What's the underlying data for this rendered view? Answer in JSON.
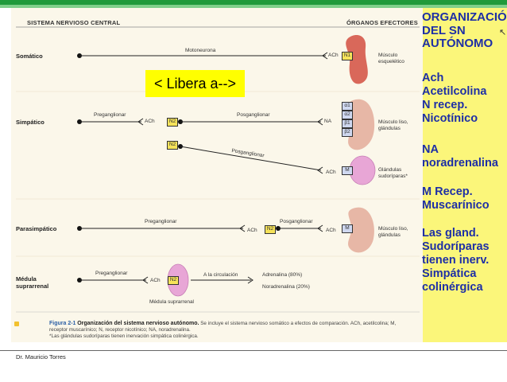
{
  "header": {
    "cns_title": "SISTEMA NERVIOSO CENTRAL",
    "effectors_title": "ÓRGANOS EFECTORES"
  },
  "rows": {
    "somatic": {
      "label": "Somático",
      "neuron": "Motoneurona",
      "nt": "ACh",
      "receptor": "N1",
      "target": "Músculo esquelético"
    },
    "sympathetic": {
      "label": "Simpático",
      "pre": "Preganglionar",
      "nt_gang": "ACh",
      "rec_gang": "N2",
      "post": "Posganglionar",
      "nt": "NA",
      "receptors": [
        "α1",
        "α2",
        "β1",
        "β2"
      ],
      "target": "Músculo liso, glándulas"
    },
    "sympathetic_sweat": {
      "rec_gang": "N2",
      "post": "Posganglionar",
      "nt": "ACh",
      "receptor": "M",
      "target": "Glándulas sudoríparas*"
    },
    "parasympathetic": {
      "label": "Parasimpático",
      "pre": "Preganglionar",
      "nt_gang": "ACh",
      "rec_gang": "N2",
      "post": "Posganglionar",
      "nt": "ACh",
      "receptor": "M",
      "target": "Músculo liso, glándulas"
    },
    "adrenal": {
      "label": "Médula suprarrenal",
      "pre": "Preganglionar",
      "nt_gang": "ACh",
      "rec_gang": "N2",
      "circ": "A la circulación",
      "out1": "Adrenalina (80%)",
      "out2": "Noradrenalina (20%)",
      "organ": "Médula suprarrenal"
    }
  },
  "libera": "< Libera a-->",
  "caption": {
    "fig": "Figura 2-1",
    "title": "Organización del sistema nervioso autónomo.",
    "text1": "Se incluye el sistema nervioso somático a efectos de comparación. ACh, acetilcolina; M, receptor muscarínico; N, receptor nicotínico; NA, noradrenalina.",
    "text2": "*Las glándulas sudoríparas tienen inervación simpática colinérgica."
  },
  "panel": {
    "title": "ORGANIZACIÓN DEL SN AUTÓNOMO",
    "lines": [
      "Ach",
      "Acetilcolina",
      "N recep.",
      "Nicotínico",
      "",
      "NA",
      "noradrenalina",
      "",
      "M Recep.",
      "Muscarínico",
      "",
      "Las gland.",
      "Sudoríparas",
      "tienen inerv.",
      "Simpática",
      "colinérgica"
    ]
  },
  "footer": {
    "author": "Dr. Mauricio Torres"
  },
  "colors": {
    "receptor_box": "#f6e35a",
    "effector_muscle": "#d9685a",
    "gland": "#e8a6d6",
    "panel": "#fbf67a",
    "panel_text": "#1e2fa6"
  }
}
